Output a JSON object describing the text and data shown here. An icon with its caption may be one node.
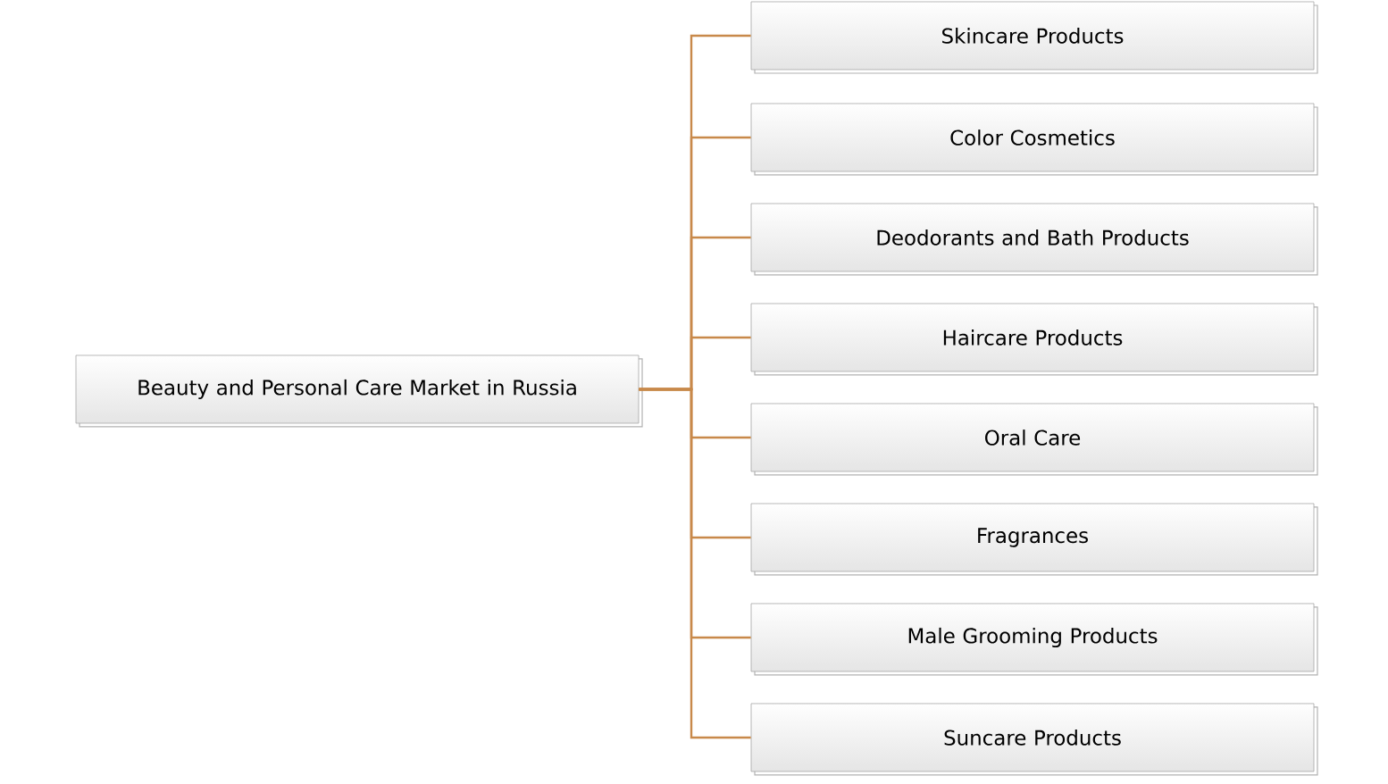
{
  "diagram": {
    "nodes": [
      {
        "text": [
          "Beauty and Personal Care Market in Russia"
        ]
      },
      {
        "text": [
          "Skincare Products"
        ]
      },
      {
        "text": [
          "Color Cosmetics"
        ]
      },
      {
        "text": [
          "Deodorants and Bath Products"
        ]
      },
      {
        "text": [
          "Haircare Products"
        ]
      },
      {
        "text": [
          "Oral Care"
        ]
      },
      {
        "text": [
          "Fragrances"
        ]
      },
      {
        "text": [
          "Male Grooming Products"
        ]
      },
      {
        "text": [
          "Suncare Products"
        ]
      }
    ],
    "edges": [
      {
        "from": 0,
        "to": 1,
        "arrow": "none"
      },
      {
        "from": 0,
        "to": 2,
        "arrow": "none"
      },
      {
        "from": 0,
        "to": 3,
        "arrow": "none"
      },
      {
        "from": 0,
        "to": 4,
        "arrow": "none"
      },
      {
        "from": 0,
        "to": 5,
        "arrow": "none"
      },
      {
        "from": 0,
        "to": 6,
        "arrow": "none"
      },
      {
        "from": 0,
        "to": 7,
        "arrow": "none"
      },
      {
        "from": 0,
        "to": 8,
        "arrow": "none"
      }
    ]
  }
}
